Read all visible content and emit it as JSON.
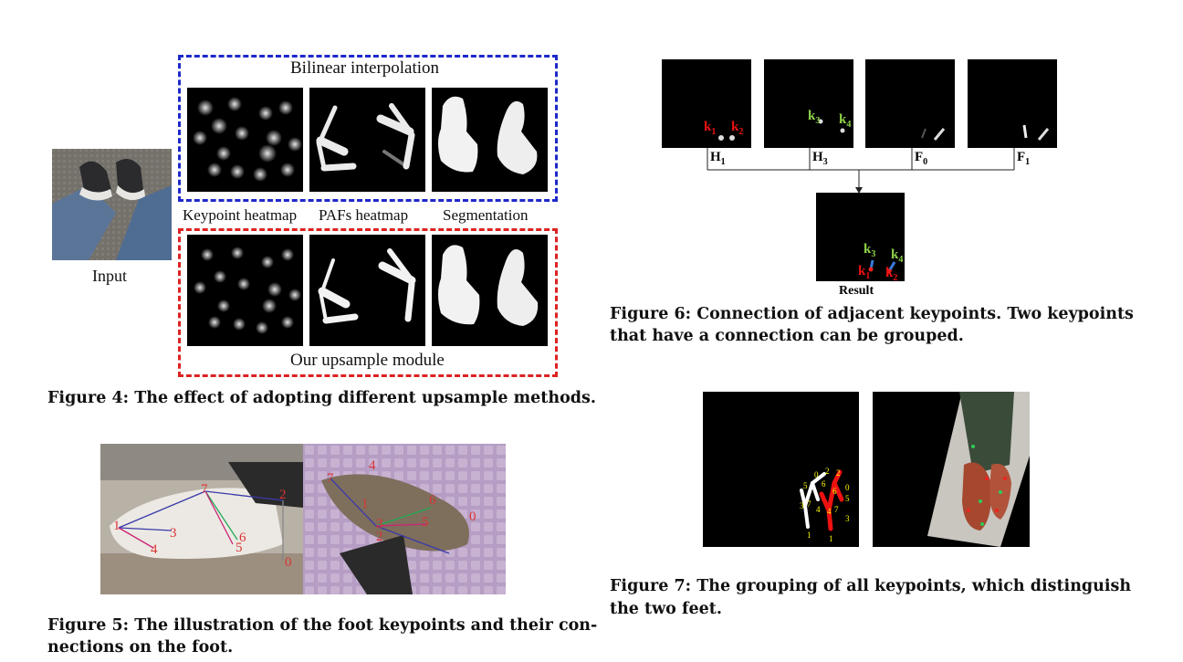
{
  "fig4": {
    "top_box_label": "Bilinear interpolation",
    "bottom_box_label": "Our upsample module",
    "col_keypoint": "Keypoint heatmap",
    "col_pafs": "PAFs heatmap",
    "col_seg": "Segmentation",
    "input_label": "Input",
    "caption": "Figure 4: The effect of adopting different upsample methods.",
    "colors": {
      "top_box": "#1f28c9",
      "bottom_box": "#dd2222"
    }
  },
  "fig5": {
    "caption_line1": "Figure 5: The illustration of the foot keypoints and their con-",
    "caption_line2": "nections on the foot.",
    "left_keypoints": [
      "7",
      "2",
      "1",
      "3",
      "6",
      "5",
      "4",
      "0"
    ],
    "right_keypoints": [
      "4",
      "7",
      "6",
      "1",
      "5",
      "3",
      "0",
      "2"
    ]
  },
  "fig6": {
    "panels": [
      {
        "label": "H",
        "sub": "1"
      },
      {
        "label": "H",
        "sub": "3"
      },
      {
        "label": "F",
        "sub": "0"
      },
      {
        "label": "F",
        "sub": "1"
      }
    ],
    "k1": "k",
    "k1_sub": "1",
    "k2": "k",
    "k2_sub": "2",
    "k3": "k",
    "k3_sub": "3",
    "k4": "k",
    "k4_sub": "4",
    "result_label": "Result",
    "caption_line1": "Figure 6: Connection of adjacent keypoints. Two keypoints",
    "caption_line2": "that have a connection can be grouped."
  },
  "fig7": {
    "white_numbers": [
      "0",
      "2",
      "6",
      "5",
      "7",
      "3",
      "4",
      "1"
    ],
    "red_numbers": [
      "2",
      "0",
      "6",
      "5",
      "7",
      "4",
      "3",
      "1"
    ],
    "caption_line1": "Figure 7: The grouping of all keypoints, which distinguish",
    "caption_line2": "the two feet."
  }
}
